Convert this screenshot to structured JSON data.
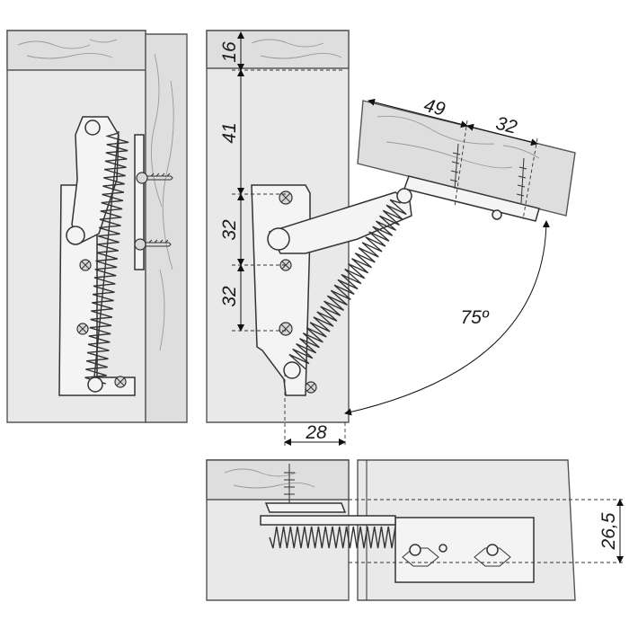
{
  "dimensions": {
    "d16": "16",
    "d41": "41",
    "d32a": "32",
    "d32b": "32",
    "d49": "49",
    "d32c": "32",
    "d75": "75º",
    "d28": "28",
    "d265": "26,5"
  },
  "colors": {
    "panel": "#e9e9e9",
    "wood": "#dedede",
    "line": "#333333"
  }
}
